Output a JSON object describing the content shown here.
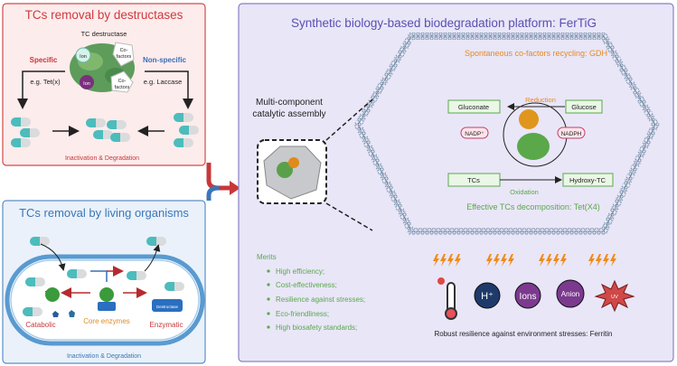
{
  "panel_destructases": {
    "title": "TCs removal by destructases",
    "enzyme_label": "TC destructase",
    "ion1": "Ion",
    "ion2": "Ion",
    "cofactor1": [
      "Co-",
      "factors"
    ],
    "cofactor2": [
      "Co-",
      "factors"
    ],
    "specific": "Specific",
    "specific_example": "e.g. Tet(x)",
    "nonspecific": "Non-specific",
    "nonspecific_example": "e.g. Laccase",
    "footer": "Inactivation & Degradation"
  },
  "panel_organisms": {
    "title": "TCs removal by living organisms",
    "catabolic": "Catabolic",
    "core_enzymes": "Core enzymes",
    "enzymatic": "Enzymatic",
    "destructase": "Destructase",
    "footer": "Inactivation & Degradation"
  },
  "panel_platform": {
    "title": "Synthetic biology-based biodegradation platform: FerTiG",
    "assembly_label": [
      "Multi-component",
      "catalytic assembly"
    ],
    "cofactor_recycling": "Spontaneous co-factors  recycling: GDH",
    "reduction": "Reduction",
    "gluconate": "Gluconate",
    "glucose": "Glucose",
    "nadp": "NADP⁺",
    "nadph": "NADPH",
    "tcs": "TCs",
    "hydroxy_tc": "Hydroxy-TC",
    "oxidation": "Oxidation",
    "decomposition": "Effective TCs decomposition: Tet(X4)",
    "merits_title": "Merits",
    "merits": [
      "High efficiency;",
      "Cost-effectiveness;",
      "Resilience against stresses;",
      "Eco-friendliness;",
      "High biosafety standards;"
    ],
    "stressors": {
      "proton": "H⁺",
      "ions": "Ions",
      "anion": "Anion",
      "uv": "UV"
    },
    "resilience": "Robust resilience against environment stresses: Ferritin"
  },
  "colors": {
    "red": "#c8373a",
    "blue": "#3a76b8",
    "purple": "#7b6fc0",
    "green": "#5aa84a",
    "orange": "#e88a1c"
  }
}
